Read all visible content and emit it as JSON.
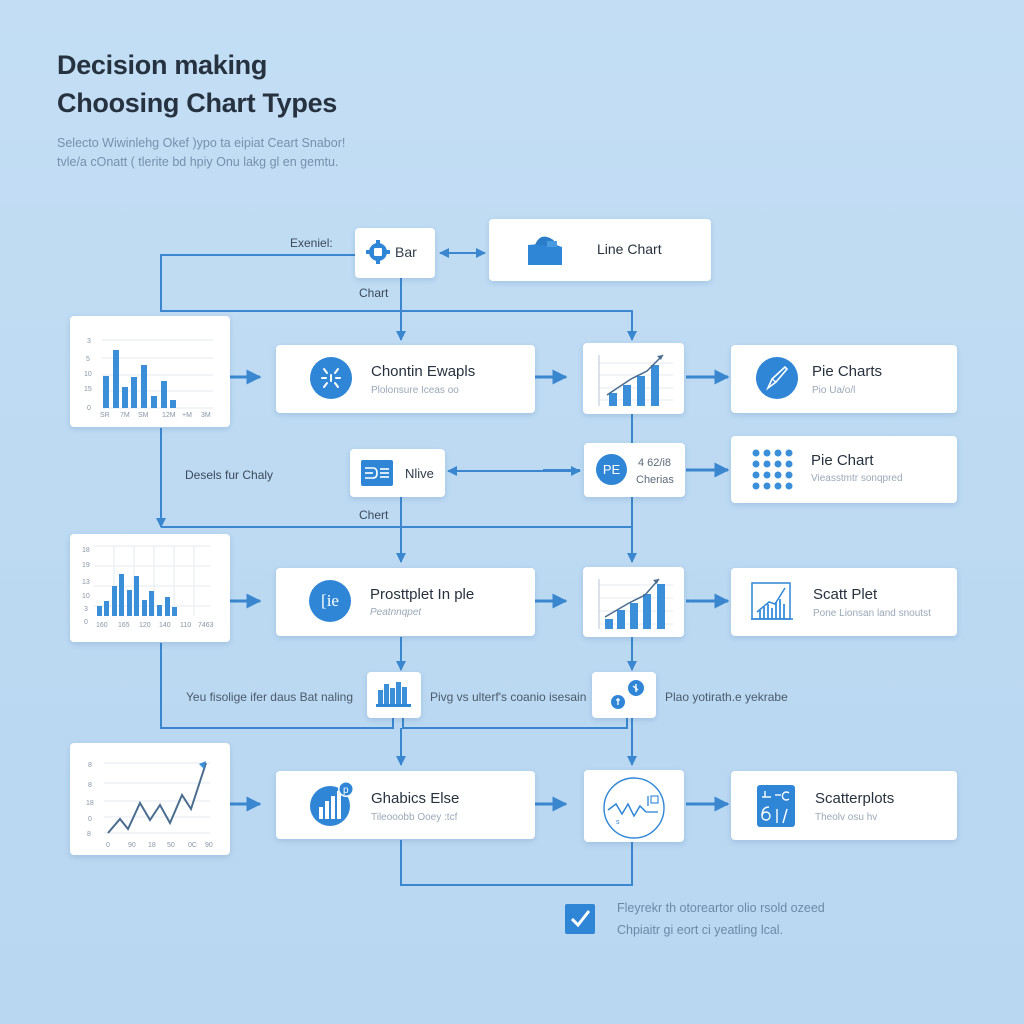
{
  "header": {
    "title_line1": "Decision making",
    "title_line2": "Choosing Chart Types",
    "subtitle_line1": "Selecto Wiwinlehg Okef )ypo ta eipiat Ceart Snabor!",
    "subtitle_line2": "tvle/a cOnatt ( tlerite bd hpiy Onu lakg gl en gemtu."
  },
  "colors": {
    "background": "#c3def4",
    "accent": "#2f86d6",
    "connector": "#3a87cf",
    "card": "#ffffff",
    "title_text": "#26323f",
    "muted_text": "#9aa8b8"
  },
  "top_row": {
    "left_label": "Exeniel:",
    "bar_node": {
      "label": "Bar",
      "icon": "gear-icon"
    },
    "below_bar_label": "Chart",
    "line_chart_node": {
      "label": "Line Chart",
      "icon": "box-icon"
    }
  },
  "row1": {
    "thumbnail": {
      "type": "bar-thumbnail",
      "y_ticks": [
        "3",
        "5",
        "10",
        "15",
        "0"
      ],
      "x_ticks": [
        "SR",
        "7M",
        "SM",
        "12M",
        "+M",
        "3M"
      ]
    },
    "main_node": {
      "title": "Chontin Ewapls",
      "subtitle": "Plolonsure Iceas oo",
      "icon": "tools-icon"
    },
    "mini_chart": {
      "type": "growth-bar-thumbnail"
    },
    "result_node": {
      "title": "Pie Charts",
      "subtitle": "Pio Ua/o/l",
      "icon": "pen-icon"
    }
  },
  "row1_5": {
    "left_label": "Desels fur Chaly",
    "nive_node": {
      "label": "Nlive",
      "icon": "list-icon"
    },
    "below_nive_label": "Chert",
    "pe_node": {
      "badge": "PE",
      "line1": "4 62/i8",
      "line2": "Cherias"
    },
    "result_node": {
      "title": "Pie Chart",
      "subtitle": "Vieasstmtr sonqpred",
      "icon": "dot-grid-icon"
    }
  },
  "row2": {
    "thumbnail": {
      "type": "bar-thumbnail",
      "y_ticks": [
        "18",
        "19",
        "13",
        "10",
        "3",
        "0"
      ],
      "x_ticks": [
        "160",
        "165",
        "120",
        "140",
        "110",
        "7463"
      ]
    },
    "main_node": {
      "title": "Prosttplet In ple",
      "subtitle": "Peatnnqpet",
      "icon": "pie-icon",
      "icon_text": "[ie"
    },
    "mini_chart": {
      "type": "growth-bar-thumbnail"
    },
    "result_node": {
      "title": "Scatt Plet",
      "subtitle": "Pone Lionsan land snoutst",
      "icon": "chart-frame-icon"
    }
  },
  "row2_5": {
    "left_label": "Yeu fisolige ifer daus Bat naling",
    "city_node": {
      "icon": "skyline-icon"
    },
    "middle_label": "Pivg vs ulterf's coanio isesain",
    "bubble_node": {
      "icon": "bubbles-icon"
    },
    "right_label": "Plao yotirath.e yekrabe"
  },
  "row3": {
    "thumbnail": {
      "type": "line-thumbnail",
      "y_ticks": [
        "8",
        "8",
        "18",
        "0",
        "8"
      ],
      "x_ticks": [
        "0",
        "90",
        "18",
        "50",
        "0C",
        "90"
      ]
    },
    "main_node": {
      "title": "Ghabics Else",
      "subtitle": "Tileooobb Ooey :tcf",
      "icon": "analytics-icon"
    },
    "mini_chart": {
      "type": "circle-wave-icon"
    },
    "result_node": {
      "title": "Scatterplots",
      "subtitle": "Theolv osu hv",
      "icon": "symbols-icon"
    }
  },
  "footer": {
    "checkbox_checked": true,
    "line1": "Fleyrekr th otoreartor olio rsold ozeed",
    "line2": "Chpiaitr gi eort ci yeatling lcal."
  }
}
